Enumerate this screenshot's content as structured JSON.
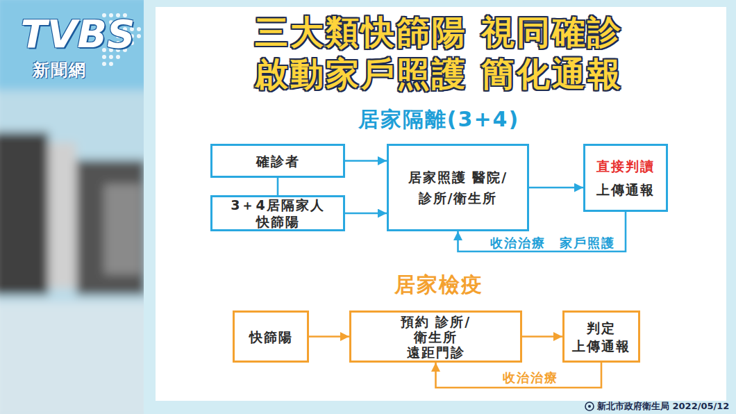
{
  "diagram": {
    "title": "三大類快篩陽 視同確診 啟動家戶照護 簡化通報",
    "nodes": [
      {
        "text": [
          "確診者"
        ]
      },
      {
        "text": [
          "3＋4居隔家人 快篩陽"
        ]
      },
      {
        "text": [
          "居家照護 醫院/診所/衛生所"
        ]
      },
      {
        "text": [
          "直接判讀",
          "上傳通報"
        ]
      },
      {
        "text": [
          "快篩陽"
        ]
      },
      {
        "text": [
          "預約 診所/衛生所 遠距門診"
        ]
      },
      {
        "text": [
          "判定 上傳通報"
        ]
      }
    ],
    "edges": [
      {
        "from": 0,
        "to": 2,
        "arrow": "to"
      },
      {
        "from": 1,
        "to": 2,
        "arrow": "to"
      },
      {
        "from": 0,
        "to": 1,
        "arrow": "none"
      },
      {
        "from": 2,
        "to": 3,
        "arrow": "to"
      },
      {
        "from": 3,
        "to": 2,
        "label": "收治治療　家戶照護",
        "arrow": "to"
      },
      {
        "from": 4,
        "to": 5,
        "arrow": "to"
      },
      {
        "from": 5,
        "to": 6,
        "arrow": "to"
      },
      {
        "from": 6,
        "to": 5,
        "label": "收治治療",
        "arrow": "to"
      }
    ],
    "labels": [
      "TVBS",
      "新聞網",
      "居家隔離(3+4)",
      "居家檢疫",
      "新北市政府衛生局 2022/05/12"
    ]
  }
}
